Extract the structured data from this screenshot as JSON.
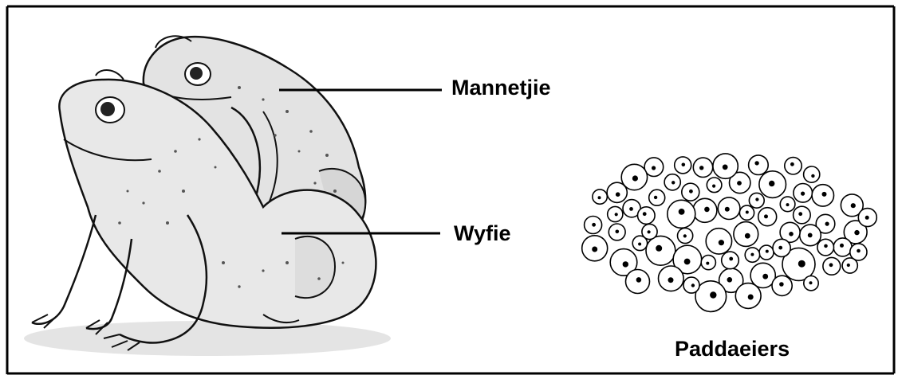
{
  "labels": {
    "male": "Mannetjie",
    "female": "Wyfie",
    "eggs": "Paddaeiers"
  },
  "illustrations": {
    "toads": "toads-icon",
    "eggs": "frog-spawn-icon"
  },
  "colors": {
    "ink": "#000000",
    "background": "#ffffff",
    "toad_skin": "#e6e6e6",
    "toad_shade": "#9a9a9a"
  }
}
